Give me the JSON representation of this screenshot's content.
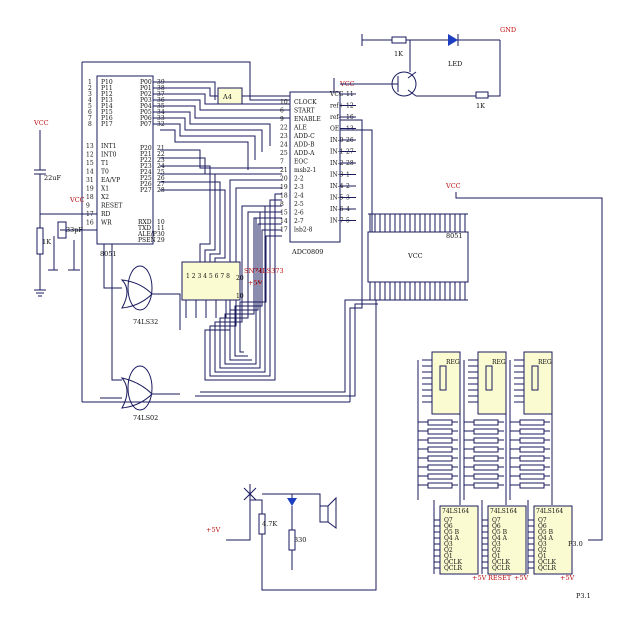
{
  "mcu": {
    "left_pins": [
      "P10",
      "P11",
      "P12",
      "P13",
      "P14",
      "P15",
      "P16",
      "P17"
    ],
    "left_nums": [
      "1",
      "2",
      "3",
      "4",
      "5",
      "6",
      "7",
      "8"
    ],
    "right_pins": [
      "P00",
      "P01",
      "P02",
      "P03",
      "P04",
      "P05",
      "P06",
      "P07"
    ],
    "right_nums": [
      "39",
      "38",
      "37",
      "36",
      "35",
      "34",
      "33",
      "32"
    ],
    "ctl_left": [
      "INT1",
      "INT0",
      "T1",
      "T0",
      "EA/VP",
      "X1",
      "X2",
      "RESET",
      "RD",
      "WR"
    ],
    "ctl_left_nums": [
      "13",
      "12",
      "15",
      "14",
      "31",
      "19",
      "18",
      "9",
      "17",
      "16"
    ],
    "p2_right": [
      "P20",
      "P21",
      "P22",
      "P23",
      "P24",
      "P25",
      "P26",
      "P27"
    ],
    "p2_nums": [
      "21",
      "22",
      "23",
      "24",
      "25",
      "26",
      "27",
      "28"
    ],
    "ctl_right": [
      "RXD",
      "TXD",
      "ALE/P",
      "PSEN"
    ],
    "ctl_right_nums": [
      "10",
      "11",
      "30",
      "29"
    ],
    "name": "8051"
  },
  "adc": {
    "left_pins": [
      "CLOCK",
      "START",
      "ENABLE",
      "ALE",
      "ADD-C",
      "ADD-B",
      "ADD-A",
      "EOC",
      "msb2-1",
      "2-2",
      "2-3",
      "2-4",
      "2-5",
      "2-6",
      "2-7",
      "lsb2-8"
    ],
    "left_nums": [
      "10",
      "6",
      "9",
      "22",
      "23",
      "24",
      "25",
      "7",
      "21",
      "20",
      "19",
      "18",
      "8",
      "15",
      "14",
      "17"
    ],
    "right_pins": [
      "VCC",
      "ref+",
      "ref-",
      "OE",
      "IN-0",
      "IN-1",
      "IN-2",
      "IN-3",
      "IN-4",
      "IN-5",
      "IN-6",
      "IN-7"
    ],
    "right_nums": [
      "11",
      "12",
      "16",
      "13",
      "26",
      "27",
      "28",
      "1",
      "2",
      "3",
      "4",
      "5"
    ],
    "name": "ADC0809",
    "vcc": "VCC"
  },
  "labels": {
    "vcc_left": "VCC",
    "vcc_chip": "VCC",
    "cap_22uf": "22uF",
    "r_1k_left": "1K",
    "cap_reset": "33pF",
    "chip_8051b": "8051",
    "gate1": "74LS32",
    "gate2": "74LS02",
    "ic_mid": "SN74LS373",
    "plus5": "+5V",
    "r_1k_top": "1K",
    "led": "LED",
    "r_1k_right": "1K",
    "gnd": "GND",
    "led_top": "LED",
    "r_47k": "4.7K",
    "r_330": "330",
    "sevenseg_cap": "REG",
    "counter_label": "74LS164",
    "counter_pins": [
      "Q7",
      "Q6",
      "Q5 B",
      "Q4 A",
      "Q3",
      "Q2",
      "Q1",
      "QCLK",
      "QCLR"
    ],
    "reset_label": "RESET",
    "plus5_a": "+5V",
    "plus5_b": "+5V",
    "plus5_c": "+5V",
    "p30": "P3.0",
    "p31": "P3.1",
    "a4": "A4"
  },
  "big_chip": {
    "name": "VCC",
    "pin_label": "8051"
  }
}
